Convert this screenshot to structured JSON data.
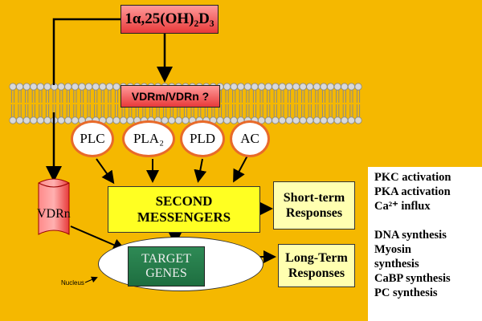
{
  "hormone": "1α,25(OH)₂D₃",
  "membrane_receptor": "VDRm/VDRn ?",
  "enzymes": [
    "PLC",
    "PLA₂",
    "PLD",
    "AC"
  ],
  "second_messengers": [
    "SECOND",
    "MESSENGERS"
  ],
  "short_term": [
    "Short-term",
    "Responses"
  ],
  "long_term": [
    "Long-Term",
    "Responses"
  ],
  "nuclear_receptor": "VDRn",
  "target_genes": [
    "TARGET",
    "GENES"
  ],
  "nucleus_label": "Nucleus",
  "short_term_effects": [
    "PKC activation",
    "PKA activation",
    "Ca²⁺ influx"
  ],
  "long_term_effects": [
    "DNA synthesis",
    "Myosin",
    "synthesis",
    "CaBP synthesis",
    "PC synthesis"
  ],
  "colors": {
    "background": "#f5b800",
    "receptor_red": "#e83a3a",
    "messenger_yellow": "#ffff22",
    "gene_green": "#1e6e40",
    "enzyme_border": "#e86a2a"
  }
}
